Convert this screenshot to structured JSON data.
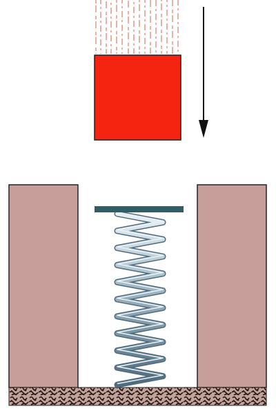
{
  "diagram": {
    "colors": {
      "block_fill": "#f52410",
      "block_stroke": "#222222",
      "motion_trail": "#e2866f",
      "arrow": "#111111",
      "wall_fill": "#c89e9b",
      "wall_stroke": "#222222",
      "plate": "#2e5f66",
      "spring_light": "#e9f1f5",
      "spring_mid": "#9fb6c4",
      "spring_dark": "#4f6b7e",
      "ground_light": "#c2a39b",
      "ground_dark": "#241612"
    },
    "spring": {
      "coils": 10
    },
    "icons": {
      "falling_block": "red-square",
      "motion_arrow": "down-arrow",
      "spring": "coil-spring"
    }
  }
}
